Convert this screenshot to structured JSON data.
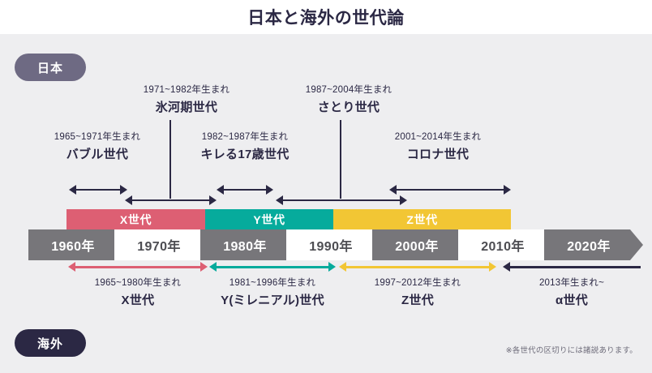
{
  "header": {
    "title": "日本と海外の世代論"
  },
  "badges": {
    "japan": "日本",
    "overseas": "海外"
  },
  "japan_generations": [
    {
      "years": "1965~1971年生まれ",
      "name": "バブル世代"
    },
    {
      "years": "1971~1982年生まれ",
      "name": "氷河期世代"
    },
    {
      "years": "1982~1987年生まれ",
      "name": "キレる17歳世代"
    },
    {
      "years": "1987~2004年生まれ",
      "name": "さとり世代"
    },
    {
      "years": "2001~2014年生まれ",
      "name": "コロナ世代"
    }
  ],
  "band": [
    {
      "label": "X世代",
      "color": "#dd5f73"
    },
    {
      "label": "Y世代",
      "color": "#06ab9c"
    },
    {
      "label": "Z世代",
      "color": "#f2c634"
    }
  ],
  "decades": [
    {
      "label": "1960年",
      "style": "gray"
    },
    {
      "label": "1970年",
      "style": "white"
    },
    {
      "label": "1980年",
      "style": "gray"
    },
    {
      "label": "1990年",
      "style": "white"
    },
    {
      "label": "2000年",
      "style": "gray"
    },
    {
      "label": "2010年",
      "style": "white"
    },
    {
      "label": "2020年",
      "style": "gray"
    }
  ],
  "overseas_generations": [
    {
      "years": "1965~1980年生まれ",
      "name": "X世代",
      "color": "#dd5f73"
    },
    {
      "years": "1981~1996年生まれ",
      "name": "Y(ミレニアル)世代",
      "color": "#06ab9c"
    },
    {
      "years": "1997~2012年生まれ",
      "name": "Z世代",
      "color": "#f2c634"
    },
    {
      "years": "2013年生まれ~",
      "name": "α世代",
      "color": "#2b2844"
    }
  ],
  "footnote": "※各世代の区切りには諸説あります。",
  "chart_data": {
    "type": "timeline",
    "title": "日本と海外の世代論",
    "axis_label": "",
    "x_ticks": [
      "1960年",
      "1970年",
      "1980年",
      "1990年",
      "2000年",
      "2010年",
      "2020年"
    ],
    "xlim": [
      1955,
      2025
    ],
    "grid": false,
    "legend": "none",
    "series": [
      {
        "name": "日本",
        "items": [
          {
            "label": "バブル世代",
            "start": 1965,
            "end": 1971,
            "years_text": "1965~1971年生まれ",
            "row": 1
          },
          {
            "label": "氷河期世代",
            "start": 1971,
            "end": 1982,
            "years_text": "1971~1982年生まれ",
            "row": 2
          },
          {
            "label": "キレる17歳世代",
            "start": 1982,
            "end": 1987,
            "years_text": "1982~1987年生まれ",
            "row": 1
          },
          {
            "label": "さとり世代",
            "start": 1987,
            "end": 2004,
            "years_text": "1987~2004年生まれ",
            "row": 2
          },
          {
            "label": "コロナ世代",
            "start": 2001,
            "end": 2014,
            "years_text": "2001~2014年生まれ",
            "row": 1
          }
        ]
      },
      {
        "name": "海外",
        "items": [
          {
            "label": "X世代",
            "start": 1965,
            "end": 1980,
            "years_text": "1965~1980年生まれ",
            "color": "#dd5f73"
          },
          {
            "label": "Y(ミレニアル)世代",
            "start": 1981,
            "end": 1996,
            "years_text": "1981~1996年生まれ",
            "color": "#06ab9c"
          },
          {
            "label": "Z世代",
            "start": 1997,
            "end": 2012,
            "years_text": "1997~2012年生まれ",
            "color": "#f2c634"
          },
          {
            "label": "α世代",
            "start": 2013,
            "end": null,
            "years_text": "2013年生まれ~",
            "color": "#2b2844"
          }
        ]
      }
    ],
    "annotations": [
      "※各世代の区切りには諸説あります。"
    ]
  }
}
